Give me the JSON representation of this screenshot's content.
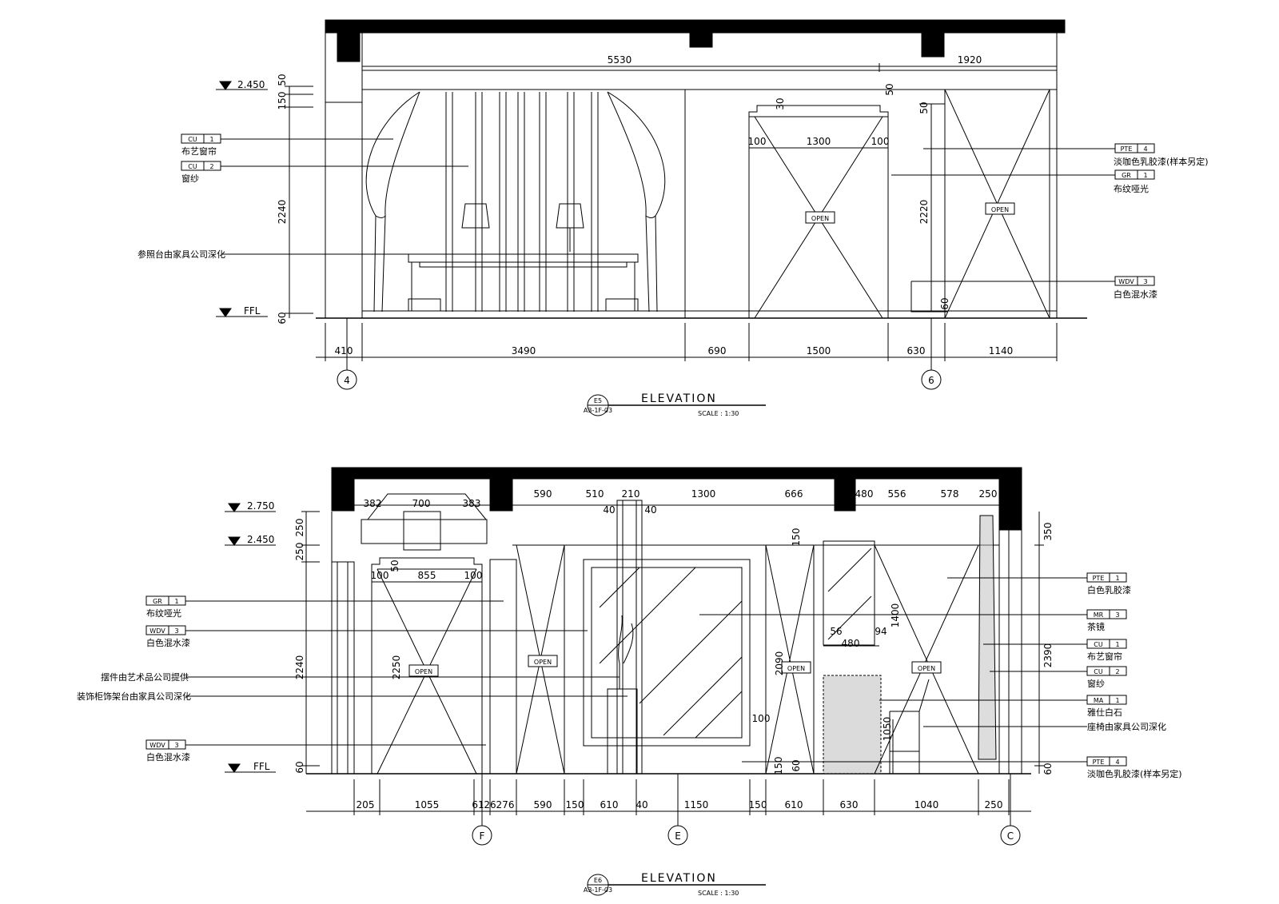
{
  "elevation_top": {
    "title": "ELEVATION",
    "scale": "SCALE :   1:30",
    "ref_num": "E5",
    "ref_sheet": "A3-1F-03",
    "levels": [
      "2.450",
      "FFL"
    ],
    "top_dims": [
      "5530",
      "1920"
    ],
    "bottom_dims": [
      "410",
      "3490",
      "690",
      "1500",
      "630",
      "1140"
    ],
    "left_dims": [
      "50",
      "150",
      "2240",
      "60"
    ],
    "inner_dims": [
      "30",
      "100",
      "1300",
      "100",
      "50",
      "50",
      "2220",
      "60"
    ],
    "grid_marks": [
      "4",
      "6"
    ],
    "door_labels": [
      "OPEN",
      "OPEN"
    ],
    "left_tags": [
      {
        "code": "CU",
        "num": "1",
        "text": "布艺窗帘"
      },
      {
        "code": "CU",
        "num": "2",
        "text": "窗纱"
      }
    ],
    "left_note": "参照台由家具公司深化",
    "right_tags": [
      {
        "code": "PTE",
        "num": "4",
        "text": "淡咖色乳胶漆(样本另定)"
      },
      {
        "code": "GR",
        "num": "1",
        "text": "布纹哑光"
      },
      {
        "code": "WDV",
        "num": "3",
        "text": "白色混水漆"
      }
    ]
  },
  "elevation_bottom": {
    "title": "ELEVATION",
    "scale": "SCALE :   1:30",
    "ref_num": "E6",
    "ref_sheet": "A3-1F-03",
    "levels": [
      "2.750",
      "2.450",
      "FFL"
    ],
    "top_dims": [
      "382",
      "700",
      "383",
      "590",
      "510",
      "210",
      "1300",
      "666",
      "480",
      "556",
      "578",
      "250"
    ],
    "bottom_dims": [
      "205",
      "1055",
      "61",
      "26",
      "276",
      "590",
      "150",
      "610",
      "40",
      "1150",
      "150",
      "610",
      "630",
      "1040",
      "250"
    ],
    "left_dims": [
      "250",
      "250",
      "2240",
      "60"
    ],
    "inner_dims": [
      "50",
      "100",
      "855",
      "100",
      "2250",
      "40",
      "40",
      "150",
      "2090",
      "1400",
      "56",
      "480",
      "94",
      "100",
      "150",
      "60",
      "1050",
      "350",
      "2390",
      "60"
    ],
    "grid_marks": [
      "F",
      "E",
      "C"
    ],
    "door_labels": [
      "OPEN",
      "OPEN",
      "OPEN",
      "OPEN"
    ],
    "left_tags": [
      {
        "code": "GR",
        "num": "1",
        "text": "布纹哑光"
      },
      {
        "code": "WDV",
        "num": "3",
        "text": "白色混水漆"
      },
      {
        "code": "",
        "num": "",
        "text": "摆件由艺术品公司提供"
      },
      {
        "code": "",
        "num": "",
        "text": "装饰柜饰架台由家具公司深化"
      },
      {
        "code": "WDV",
        "num": "3",
        "text": "白色混水漆"
      }
    ],
    "right_tags": [
      {
        "code": "PTE",
        "num": "1",
        "text": "白色乳胶漆"
      },
      {
        "code": "MR",
        "num": "3",
        "text": "茶镜"
      },
      {
        "code": "CU",
        "num": "1",
        "text": "布艺窗帘"
      },
      {
        "code": "CU",
        "num": "2",
        "text": "窗纱"
      },
      {
        "code": "MA",
        "num": "1",
        "text": "雅仕白石"
      },
      {
        "code": "",
        "num": "",
        "text": "座椅由家具公司深化"
      },
      {
        "code": "PTE",
        "num": "4",
        "text": "淡咖色乳胶漆(样本另定)"
      }
    ]
  }
}
